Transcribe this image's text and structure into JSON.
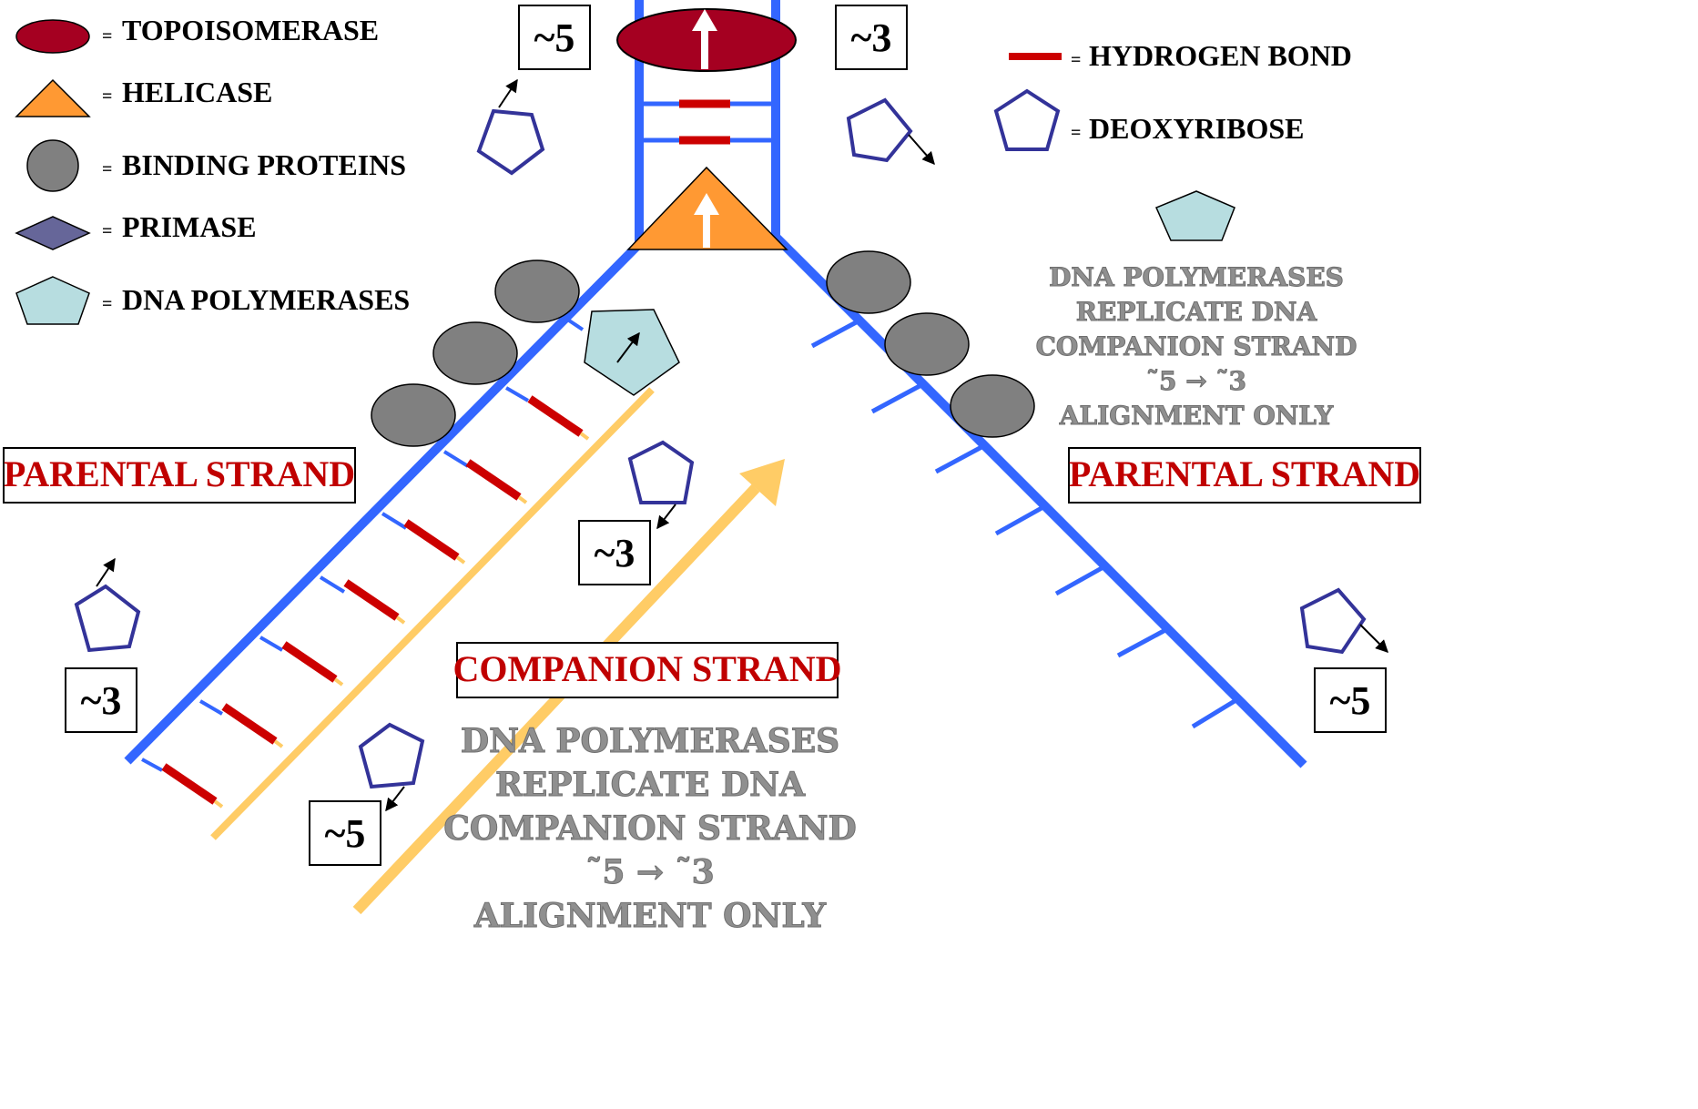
{
  "legend": {
    "topoisomerase": "TOPOISOMERASE",
    "helicase": "HELICASE",
    "binding_proteins": "BINDING PROTEINS",
    "primase": "PRIMASE",
    "dna_polymerases": "DNA POLYMERASES",
    "hydrogen_bond": "HYDROGEN BOND",
    "deoxyribose": "DEOXYRIBOSE",
    "equals": "="
  },
  "position_labels": {
    "top_left": "~5",
    "top_right": "~3",
    "mid_left": "~3",
    "bottom_left": "~3",
    "bottom_center": "~5",
    "right": "~5"
  },
  "strand_labels": {
    "parental_left": "PARENTAL STRAND",
    "parental_right": "PARENTAL STRAND",
    "companion": "COMPANION STRAND"
  },
  "notes": {
    "right_block": [
      "DNA POLYMERASES",
      "REPLICATE DNA",
      "COMPANION STRAND",
      "˜5 → ˜3",
      "ALIGNMENT ONLY"
    ],
    "bottom_block": [
      "DNA POLYMERASES",
      "REPLICATE DNA",
      "COMPANION STRAND",
      "˜5 → ˜3",
      "ALIGNMENT ONLY"
    ]
  },
  "colors": {
    "backbone": "#3366ff",
    "hydrogen_bond": "#cc0000",
    "companion": "#ffcc66",
    "topoisomerase": "#a50021",
    "helicase": "#ff9933",
    "binding_protein": "#808080",
    "primase": "#666699",
    "polymerase": "#b7dde0",
    "deoxyribose": "#333399"
  }
}
